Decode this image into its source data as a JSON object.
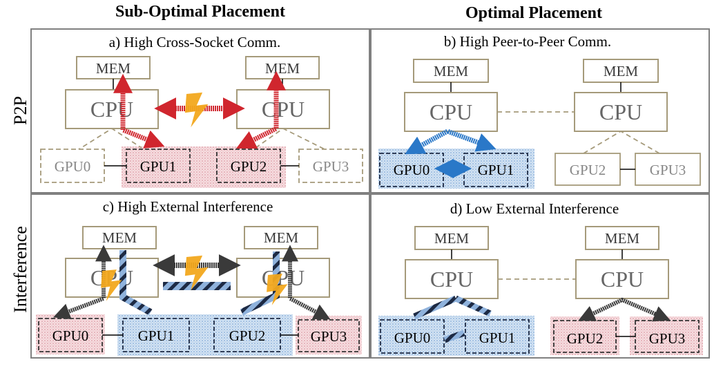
{
  "headers": {
    "left": "Sub-Optimal Placement",
    "right": "Optimal Placement"
  },
  "rows": {
    "top": "P2P",
    "bottom": "Interference"
  },
  "panels": {
    "a": "a) High Cross-Socket Comm.",
    "b": "b) High Peer-to-Peer Comm.",
    "c": "c) High External Interference",
    "d": "d) Low External Interference"
  },
  "labels": {
    "mem": "MEM",
    "cpu": "CPU",
    "gpu0": "GPU0",
    "gpu1": "GPU1",
    "gpu2": "GPU2",
    "gpu3": "GPU3"
  },
  "colors": {
    "red_arrow": "#d0262e",
    "blue_arrow": "#2a78c8",
    "hatched_arrow": "#7ea6d6",
    "dark_arrow": "#3a3a3a",
    "lightning": "#f2a81d",
    "pink_highlight": "#f3d2d6",
    "blue_highlight": "#c5d9ef",
    "box_border": "#a59a7a"
  },
  "icons": [
    "lightning-icon"
  ]
}
